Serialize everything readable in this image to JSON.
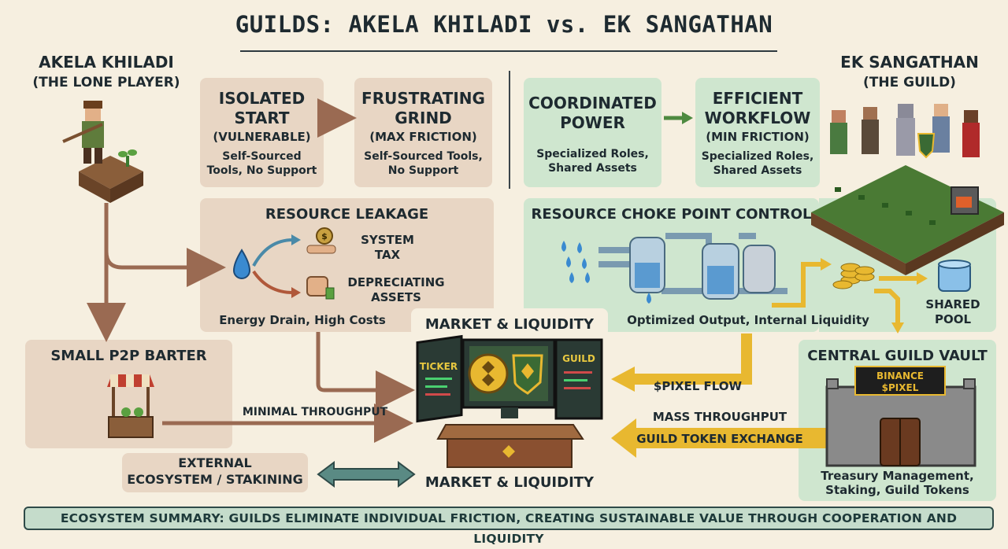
{
  "title": "GUILDS: AKELA KHILADI vs. EK SANGATHAN",
  "left_side": {
    "name": "AKELA KHILADI",
    "subtitle": "(THE LONE PLAYER)",
    "isolated_start": {
      "title_line1": "ISOLATED",
      "title_line2": "START",
      "sub": "(VULNERABLE)",
      "desc_line1": "Self-Sourced",
      "desc_line2": "Tools, No Support"
    },
    "frustrating_grind": {
      "title_line1": "FRUSTRATING",
      "title_line2": "GRIND",
      "sub": "(MAX FRICTION)",
      "desc_line1": "Self-Sourced Tools,",
      "desc_line2": "No Support"
    },
    "resource_leakage": {
      "title": "RESOURCE LEAKAGE",
      "tax_line1": "SYSTEM",
      "tax_line2": "TAX",
      "dep_line1": "DEPRECIATING",
      "dep_line2": "ASSETS",
      "caption": "Energy Drain, High Costs"
    },
    "p2p": {
      "title": "SMALL P2P BARTER",
      "flow": "MINIMAL THROUGHPUT"
    },
    "external": {
      "line1": "EXTERNAL",
      "line2": "ECOSYSTEM / STAKINING"
    }
  },
  "right_side": {
    "name": "EK SANGATHAN",
    "subtitle": "(THE GUILD)",
    "coordinated_power": {
      "title_line1": "COORDINATED",
      "title_line2": "POWER",
      "desc_line1": "Specialized Roles,",
      "desc_line2": "Shared Assets"
    },
    "efficient_workflow": {
      "title_line1": "EFFICIENT",
      "title_line2": "WORKFLOW",
      "sub": "(MIN FRICTION)",
      "desc_line1": "Specialized Roles,",
      "desc_line2": "Shared Assets"
    },
    "choke_point": {
      "title": "RESOURCE CHOKE POINT CONTROL",
      "caption": "Optimized Output, Internal Liquidity",
      "pool_line1": "SHARED",
      "pool_line2": "POOL"
    },
    "vault": {
      "title": "CENTRAL GUILD VAULT",
      "sign_line1": "BINANCE",
      "sign_line2": "$PIXEL",
      "desc_line1": "Treasury Management,",
      "desc_line2": "Staking, Guild Tokens"
    },
    "flows": {
      "pixel_flow": "$PIXEL FLOW",
      "mass": "MASS THROUGHPUT",
      "exchange": "GUILD TOKEN EXCHANGE"
    }
  },
  "market": {
    "label_top": "MARKET & LIQUIDITY",
    "label_bottom": "MARKET & LIQUIDITY",
    "ticker": "TICKER",
    "guild": "GUILD"
  },
  "summary": "ECOSYSTEM SUMMARY: GUILDS ELIMINATE INDIVIDUAL FRICTION, CREATING SUSTAINABLE VALUE THROUGH COOPERATION AND LIQUIDITY",
  "colors": {
    "tan_panel": "#e8d6c4",
    "green_panel": "#cfe6cf",
    "gold_arrow": "#e8b830",
    "brown_arrow": "#9a6a52",
    "teal_arrow": "#3f7a74",
    "background": "#f6efe0"
  }
}
